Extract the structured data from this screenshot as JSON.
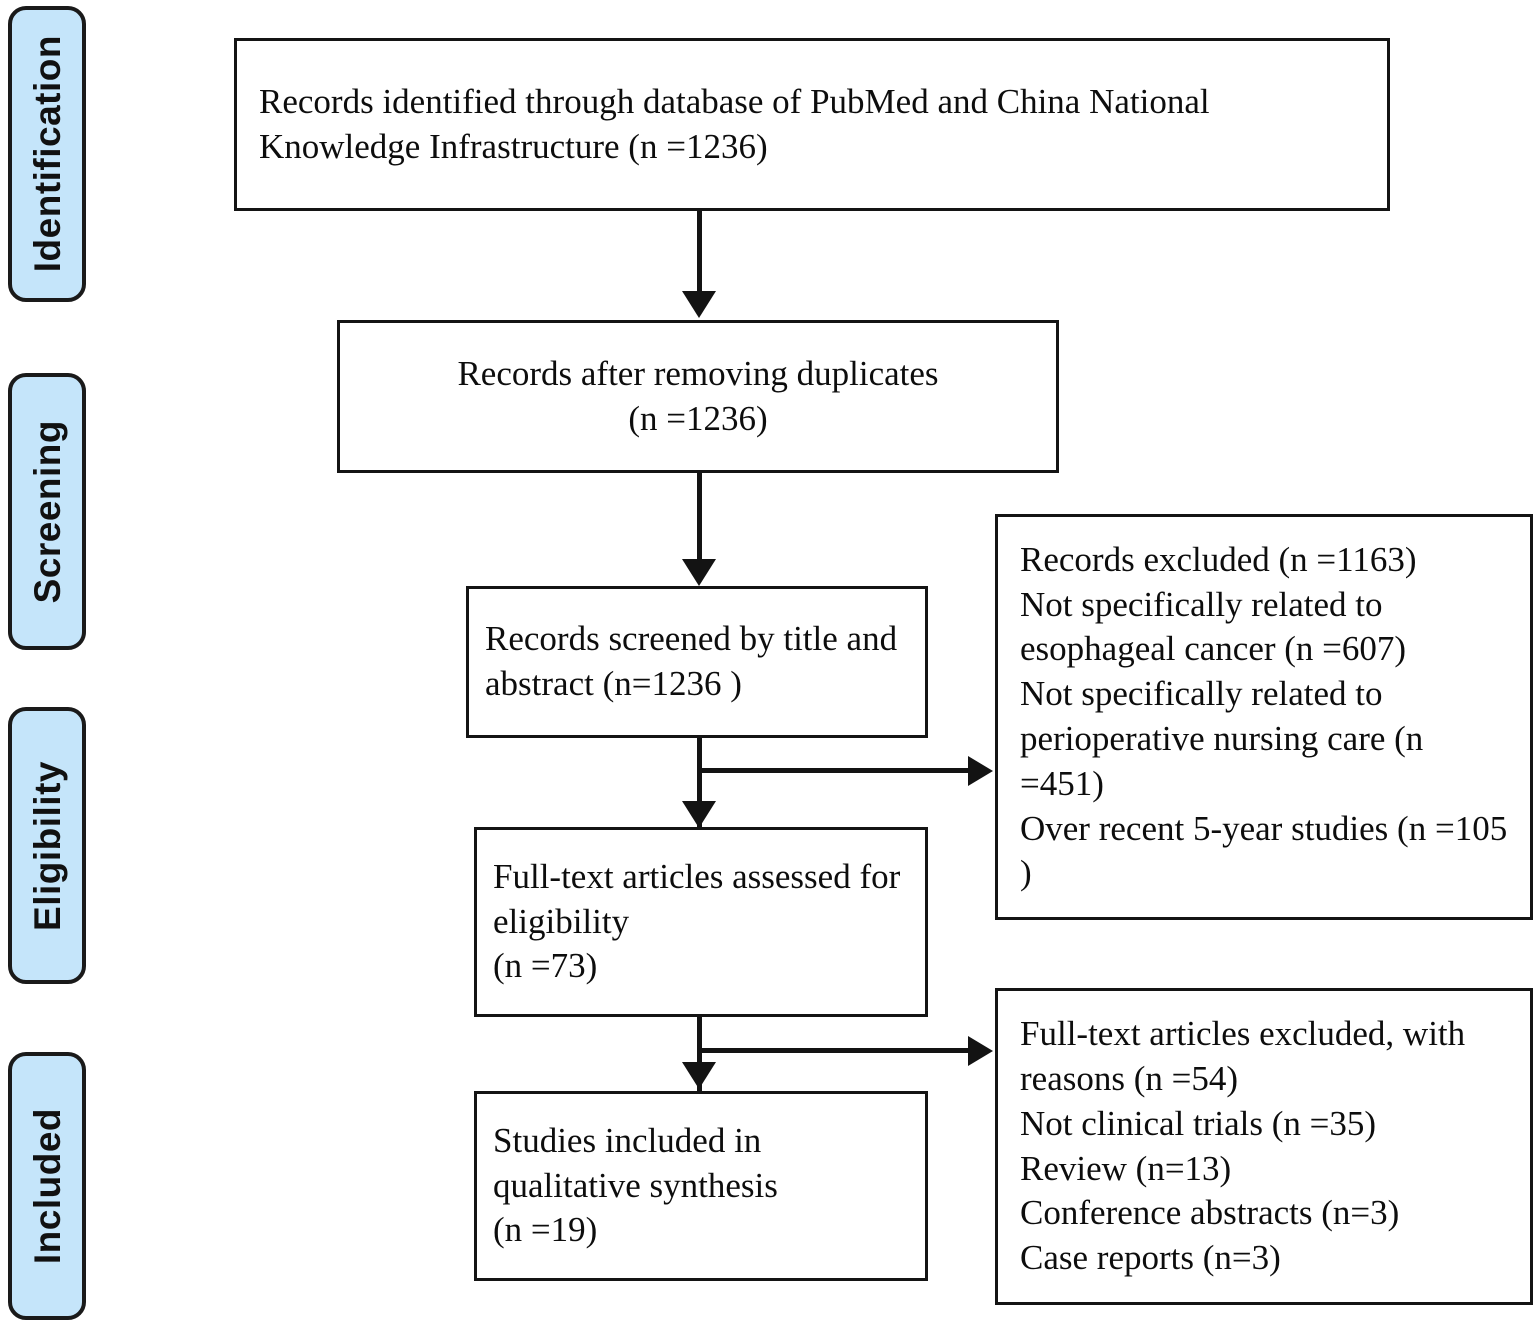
{
  "diagram": {
    "type": "prisma-flow-diagram",
    "stages": [
      {
        "id": "identification",
        "label": "Identification"
      },
      {
        "id": "screening",
        "label": "Screening"
      },
      {
        "id": "eligibility",
        "label": "Eligibility"
      },
      {
        "id": "included",
        "label": "Included"
      }
    ],
    "boxes": [
      {
        "id": "records-identified",
        "text": "Records identified through database of PubMed and China National Knowledge Infrastructure (n =1236)",
        "n": 1236
      },
      {
        "id": "records-after-duplicates",
        "text": "Records after removing duplicates\n(n =1236)",
        "n": 1236
      },
      {
        "id": "records-screened",
        "text": "Records screened by title and abstract (n=1236 )",
        "n": 1236
      },
      {
        "id": "records-excluded",
        "text": "Records excluded  (n =1163)\n   Not specifically related to esophageal cancer  (n =607)\n   Not specifically related to perioperative nursing care (n =451)\n   Over recent 5-year studies (n =105 )",
        "n": 1163
      },
      {
        "id": "fulltext-assessed",
        "text": "Full-text articles assessed for eligibility\n(n =73)",
        "n": 73
      },
      {
        "id": "fulltext-excluded",
        "text": "Full-text articles excluded, with reasons (n =54)\n   Not clinical trials (n =35)\n   Review (n=13)\n   Conference abstracts (n=3)\n   Case reports (n=3)",
        "n": 54
      },
      {
        "id": "studies-included",
        "text": "Studies included in qualitative synthesis\n(n =19)",
        "n": 19
      }
    ],
    "colors": {
      "stage_fill": "#c5e5fa",
      "stage_border": "#1a1a1a",
      "box_border": "#141414",
      "line": "#131313",
      "text": "#0d0d0d",
      "background": "#ffffff"
    }
  }
}
